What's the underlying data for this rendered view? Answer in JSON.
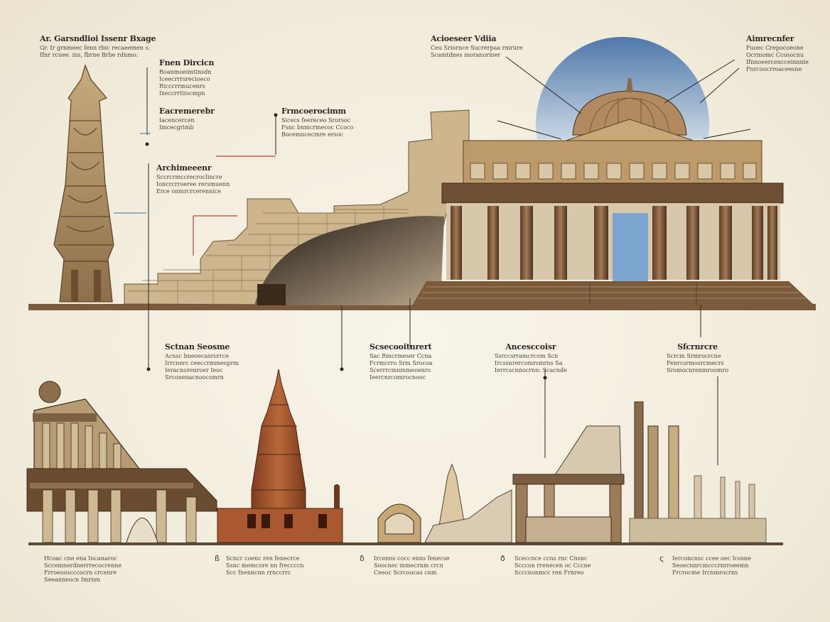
{
  "labels": {
    "l1": {
      "title": "Ar. Garsndlioi  Issenr Bxage",
      "lines": [
        "Gr. Ir grnmeec fenn rbic recaeemen s:",
        "Ifnr rcuee. ins, fbrne Brbe rdnmo:"
      ]
    },
    "l2": {
      "title": "Fnen Dircicn",
      "lines": [
        "Roanmoeimtinsdn",
        "Iceecrrrsrecioeco",
        "Ricccrrmucenrs",
        "Ixeccrrtiiocmpn"
      ]
    },
    "l3": {
      "title": "Eacremerebr",
      "lines": [
        "Iacencercen",
        "Imcecgrimb"
      ]
    },
    "l4": {
      "title": "Frmcoerocimm",
      "lines": [
        "Sicecs feereceo Srorsoc",
        "Fsnc bnmcrmecoc Ccoco",
        "Bocemncecmre ersoc"
      ]
    },
    "l5": {
      "title": "Archimeeenr",
      "lines": [
        "Sccrcrmccrecroclincre",
        "Ioncrcrroeree rersmuenn",
        "Erce onmrcrcerennice"
      ]
    },
    "l6": {
      "title": "Acioeseer Vdiia",
      "lines": [
        "Ceu Sriornce Sucrerpaa rmrure",
        "Scamtdnes moranoriner"
      ]
    },
    "l7": {
      "title": "Aimrecnfer",
      "lines": [
        "Fuoec Crepocoeone",
        "Ocrmomc Ccosocnu",
        "Ifnnoeercencceinnnie",
        "Fnrcoocrroaceesne"
      ]
    },
    "l8": {
      "title": "Sctnan Seosme",
      "lines": [
        "Acnsc bneoecasrorrce",
        "Irrcnerc ceeccrmmeoprm",
        "Ieracnorenroer Ieoc",
        "Srconenacnoocsmrn"
      ]
    },
    "l9": {
      "title": "Scsecooitnrert",
      "lines": [
        "Sac Rmcrmeser Ccna",
        "Fcrmcrro Srm Srocoa",
        "Scerrrcmnmmeoenrs",
        "Ieercnrcomrocnooc"
      ]
    },
    "l10": {
      "title": "Ancesccoisr",
      "lines": [
        "Ssrccsrramcrcom Scn",
        "Ircssnrercomrsmrns Sa",
        "Ierrcscnnocrnn: Scacnde"
      ]
    },
    "l11": {
      "title": "Sfcrnrcre",
      "lines": [
        "Scrcm Srmrocrcne",
        "Fenrcsrmosrcmecrs",
        "Sromocnrenmroomro"
      ]
    }
  },
  "captions": {
    "c1": [
      "Hcoac cne ena Incanaroc",
      "Sccemnerdnerrrecocrenne",
      "Frroeooscccocrn crcenre",
      "Seeanneocn Imrnm"
    ],
    "c2": [
      "Scncr coenc ren fenecrce",
      "Ssnc memcore nn freccccn",
      "Scc fnenncnn rrnccrrc"
    ],
    "c3": [
      "Ircenns cocc enns fenecse",
      "Soocnec mmecrnm crcn",
      "Ceeoc Scrcoocas cnm"
    ],
    "c4": [
      "Sceccnce ccns rnc Cnsnc",
      "Scccon rrenecen oc Cccne",
      "Scccnonmcc ren Frnreo"
    ],
    "c5": [
      "Ierconcnsc ccee oec Icosne",
      "Seoecnnrcmcccrnrroeemn",
      "Frcrocme Ircnmrocrns"
    ]
  },
  "glyphs": [
    "ß",
    "δ",
    "ð",
    "ς"
  ],
  "colors": {
    "sky": "#5f87b8",
    "stone": "#b89a6f",
    "terracotta": "#a9582f",
    "accent_red": "#b8412f",
    "ink": "#2a2620"
  }
}
